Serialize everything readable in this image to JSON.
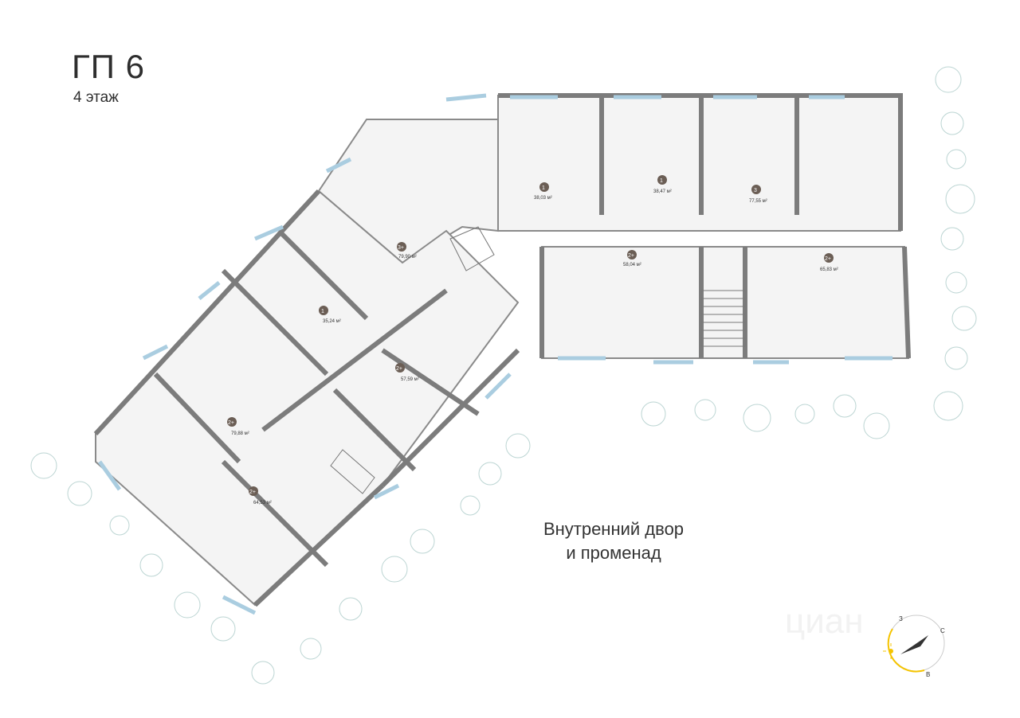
{
  "header": {
    "building": "ГП 6",
    "floor": "4 этаж"
  },
  "courtyard": {
    "line1": "Внутренний двор",
    "line2": "и променад"
  },
  "apartments": [
    {
      "rooms": "1",
      "area": "38,03 м²"
    },
    {
      "rooms": "1",
      "area": "38,47 м²"
    },
    {
      "rooms": "3",
      "area": "77,55 м²"
    },
    {
      "rooms": "2+",
      "area": "58,04 м²"
    },
    {
      "rooms": "2+",
      "area": "65,83 м²"
    },
    {
      "rooms": "3+",
      "area": "79,90 м²"
    },
    {
      "rooms": "1",
      "area": "35,24 м²"
    },
    {
      "rooms": "2+",
      "area": "57,59 м²"
    },
    {
      "rooms": "2+",
      "area": "79,88 м²"
    },
    {
      "rooms": "2+",
      "area": "64,53 м²"
    }
  ],
  "compass": {
    "west": "З",
    "north": "С",
    "east": "В"
  },
  "watermark": "циан",
  "colors": {
    "wall": "#8a8a8a",
    "window": "#cfe6f2",
    "floor": "#f4f4f4",
    "badge": "#6b5e55",
    "sun": "#f5c400"
  }
}
